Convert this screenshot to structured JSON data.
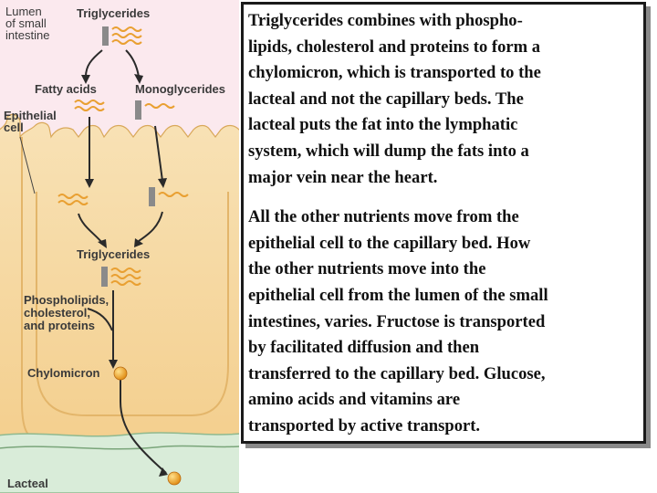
{
  "diagram": {
    "labels": {
      "lumen": "Lumen\nof small\nintestine",
      "triglycerides_top": "Triglycerides",
      "fatty_acids": "Fatty acids",
      "monoglycerides": "Monoglycerides",
      "epithelial_cell": "Epithelial\ncell",
      "triglycerides_mid": "Triglycerides",
      "phospholipids": "Phospholipids,\ncholesterol,\nand proteins",
      "chylomicron": "Chylomicron",
      "lacteal": "Lacteal"
    },
    "colors": {
      "lumen_bg": "#fbe9ee",
      "cell_fill": "#f6d8a0",
      "lipid_wave": "#e9a032",
      "glycerol_bar": "#8a8a8a",
      "chylomicron": "#f0a020",
      "lacteal_fill": "#d9ecd9"
    }
  },
  "text_box": {
    "paragraph_1": "Triglycerides combines with phospho-\nlipids, cholesterol and proteins to form a\nchylomicron, which is transported to the\nlacteal and not the capillary beds.  The\nlacteal puts the fat into the lymphatic\nsystem, which will dump the fats into a\nmajor vein near the heart.",
    "paragraph_2": "All the other nutrients move from the\nepithelial cell to the capillary bed.  How\nthe other nutrients move into the\nepithelial cell from the lumen of the small\nintestines, varies.  Fructose is transported\nby facilitated diffusion and then\ntransferred to the capillary bed.  Glucose,\namino acids and vitamins are\ntransported by active transport."
  }
}
